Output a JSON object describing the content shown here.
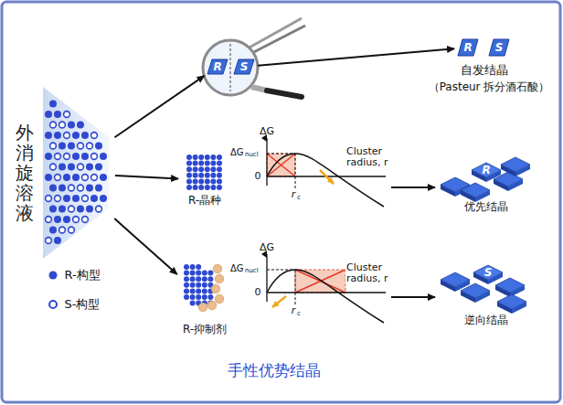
{
  "diagram": {
    "caption": "手性优势结晶",
    "nodes": [
      {
        "text": [
          "外消旋溶液"
        ]
      },
      {
        "text": [
          "R-晶种"
        ]
      },
      {
        "text": [
          "R-抑制剂"
        ]
      },
      {
        "text": [
          "R",
          "优先结晶"
        ]
      },
      {
        "text": [
          "S",
          "逆向结晶"
        ]
      },
      {
        "text": [
          "R"
        ]
      },
      {
        "text": [
          "S"
        ]
      },
      {
        "text": [
          "R"
        ]
      },
      {
        "text": [
          "S"
        ]
      }
    ],
    "edges": [
      {
        "from": 0,
        "to": 5,
        "arrow": "to"
      },
      {
        "from": 0,
        "to": 1,
        "arrow": "to"
      },
      {
        "from": 0,
        "to": 2,
        "arrow": "to"
      },
      {
        "from": 6,
        "to": 7,
        "arrow": "to"
      }
    ],
    "labels": [
      "自发结晶",
      "（Pasteur 拆分酒石酸）",
      "ΔG",
      "ΔG",
      "nucl",
      "0",
      "Cluster radius, r",
      "r",
      "c",
      "ΔG",
      "ΔG",
      "nucl",
      "0",
      "Cluster radius, r",
      "r",
      "c"
    ],
    "legend": [
      {
        "text": "R-构型"
      },
      {
        "text": "S-构型"
      }
    ]
  }
}
